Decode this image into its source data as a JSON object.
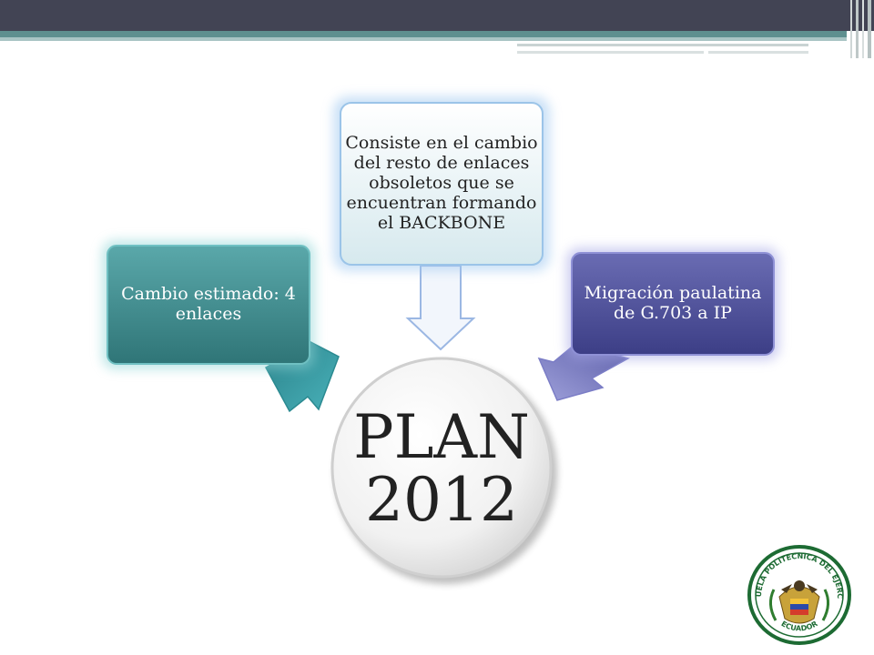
{
  "diagram": {
    "center": {
      "line1": "PLAN",
      "line2": "2012"
    },
    "left_box": "Cambio estimado: 4 enlaces",
    "top_box": "Consiste en el cambio del resto de enlaces obsoletos que se encuentran formando el BACKBONE",
    "right_box": "Migración paulatina de G.703 a IP"
  },
  "colors": {
    "header": "#424454",
    "teal_box": "#3f8a8c",
    "top_box": "#e3f0f4",
    "purple_box": "#4a4c99",
    "arrow_left": "#3b9ea6",
    "arrow_top": "#eef3fb",
    "arrow_right": "#7d7fc2"
  },
  "logo": {
    "top_text": "ESCUELA POLITECNICA DEL EJERCITO",
    "bottom_text": "ECUADOR"
  }
}
